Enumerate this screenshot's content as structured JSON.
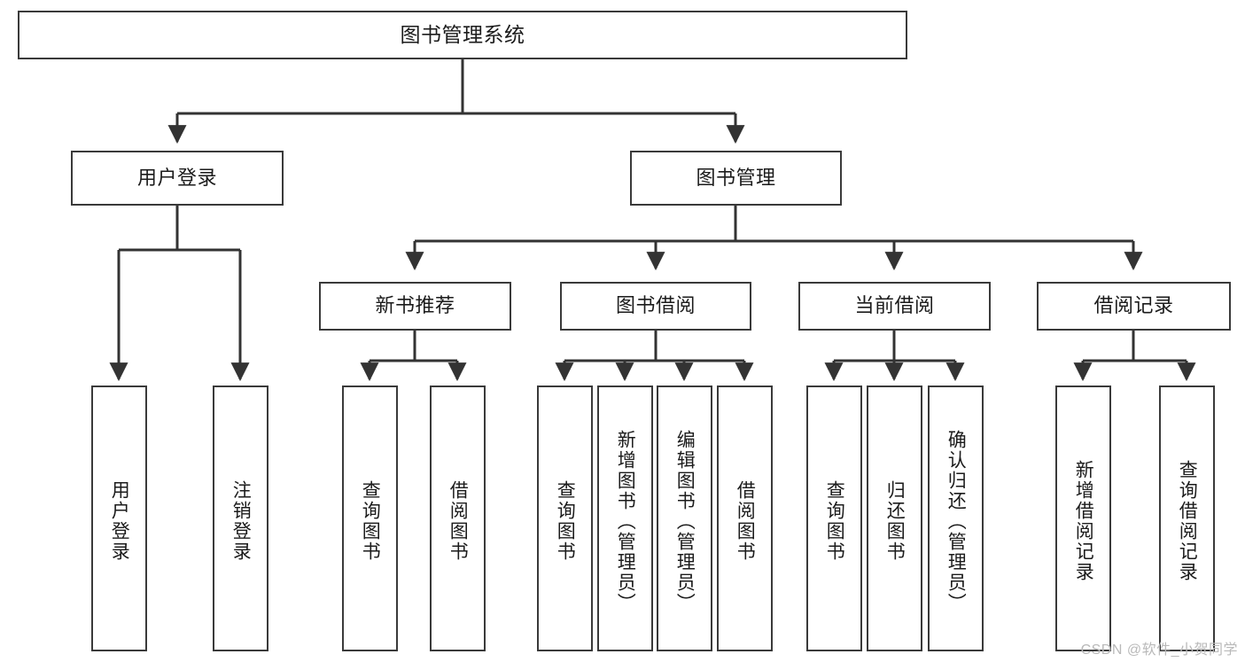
{
  "diagram": {
    "title": "图书管理系统",
    "type": "hierarchy-tree",
    "watermark": "CSDN @软件_小贺同学",
    "colors": {
      "box_border": "#3a3a3a",
      "box_fill": "#ffffff",
      "connector": "#333333",
      "text": "#1b1b1b",
      "watermark": "#b9b9b9"
    },
    "nodes": {
      "root": {
        "label": "图书管理系统",
        "level": 0
      },
      "level1": [
        {
          "id": "user-login",
          "label": "用户登录"
        },
        {
          "id": "book-management",
          "label": "图书管理"
        }
      ],
      "level2": [
        {
          "id": "new-book-recommend",
          "label": "新书推荐",
          "parent": "book-management"
        },
        {
          "id": "book-borrow",
          "label": "图书借阅",
          "parent": "book-management"
        },
        {
          "id": "current-borrow",
          "label": "当前借阅",
          "parent": "book-management"
        },
        {
          "id": "borrow-record",
          "label": "借阅记录",
          "parent": "book-management"
        }
      ],
      "leaves": {
        "user-login": [
          {
            "id": "leaf-user-login",
            "label": "用户登录"
          },
          {
            "id": "leaf-logout",
            "label": "注销登录"
          }
        ],
        "new-book-recommend": [
          {
            "id": "leaf-query-book-1",
            "label": "查询图书"
          },
          {
            "id": "leaf-borrow-book-1",
            "label": "借阅图书"
          }
        ],
        "book-borrow": [
          {
            "id": "leaf-query-book-2",
            "label": "查询图书"
          },
          {
            "id": "leaf-add-book",
            "label": "新增图书（管理员）"
          },
          {
            "id": "leaf-edit-book",
            "label": "编辑图书（管理员）"
          },
          {
            "id": "leaf-borrow-book-2",
            "label": "借阅图书"
          }
        ],
        "current-borrow": [
          {
            "id": "leaf-query-book-3",
            "label": "查询图书"
          },
          {
            "id": "leaf-return-book",
            "label": "归还图书"
          },
          {
            "id": "leaf-confirm-return",
            "label": "确认归还（管理员）"
          }
        ],
        "borrow-record": [
          {
            "id": "leaf-add-record",
            "label": "新增借阅记录"
          },
          {
            "id": "leaf-query-record",
            "label": "查询借阅记录"
          }
        ]
      }
    }
  }
}
